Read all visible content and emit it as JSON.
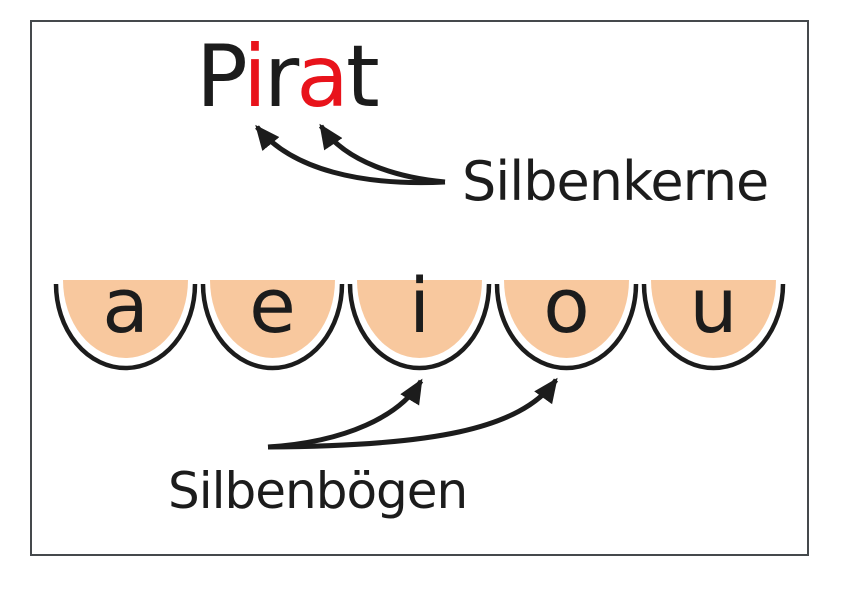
{
  "word": {
    "text": "Pirat",
    "letters": [
      {
        "char": "P",
        "color": "black"
      },
      {
        "char": "i",
        "color": "red"
      },
      {
        "char": "r",
        "color": "black"
      },
      {
        "char": "a",
        "color": "red"
      },
      {
        "char": "t",
        "color": "black"
      }
    ]
  },
  "labels": {
    "syllable_cores": "Silbenkerne",
    "syllable_arcs": "Silbenbögen"
  },
  "vowels": [
    "a",
    "e",
    "i",
    "o",
    "u"
  ],
  "colors": {
    "ink": "#1c1c1c",
    "highlight_red": "#e8131b",
    "arc_fill": "#f8c89e",
    "frame_border": "#45494c",
    "background": "#ffffff"
  }
}
